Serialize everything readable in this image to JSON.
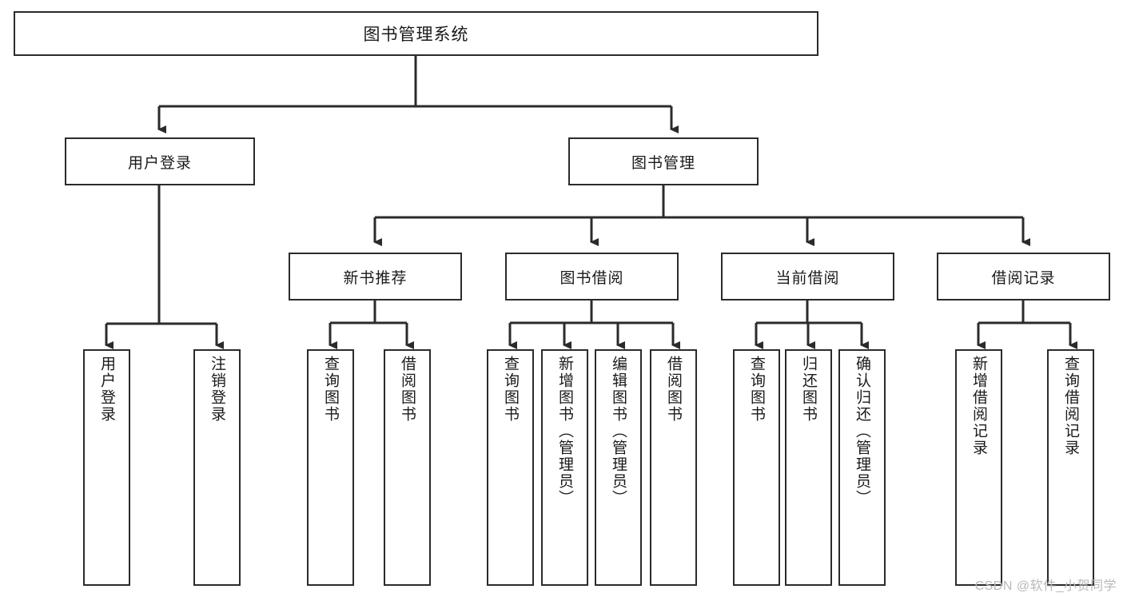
{
  "diagram": {
    "title": "图书管理系统",
    "type": "tree-hierarchy",
    "watermark": "CSDN @软件_小贺同学",
    "colors": {
      "stroke": "#2b2b2b",
      "fill": "#ffffff",
      "text": "#1a1a1a",
      "watermark": "#b9b9b9"
    },
    "root": {
      "label": "图书管理系统"
    },
    "level1": [
      {
        "label": "用户登录"
      },
      {
        "label": "图书管理"
      }
    ],
    "level2": [
      {
        "label": "新书推荐"
      },
      {
        "label": "图书借阅"
      },
      {
        "label": "当前借阅"
      },
      {
        "label": "借阅记录"
      }
    ],
    "leaves": {
      "user_login": [
        {
          "label": "用户登录"
        },
        {
          "label": "注销登录"
        }
      ],
      "new_book": [
        {
          "label": "查询图书"
        },
        {
          "label": "借阅图书"
        }
      ],
      "book_borrow": [
        {
          "label": "查询图书"
        },
        {
          "label": "新增图书（管理员）"
        },
        {
          "label": "编辑图书（管理员）"
        },
        {
          "label": "借阅图书"
        }
      ],
      "current_borrow": [
        {
          "label": "查询图书"
        },
        {
          "label": "归还图书"
        },
        {
          "label": "确认归还（管理员）"
        }
      ],
      "borrow_record": [
        {
          "label": "新增借阅记录"
        },
        {
          "label": "查询借阅记录"
        }
      ]
    }
  }
}
